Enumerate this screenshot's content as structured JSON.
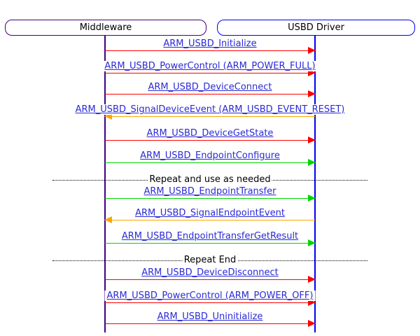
{
  "diagram": {
    "type": "sequence",
    "actors": [
      {
        "label": "Middleware"
      },
      {
        "label": "USBD Driver"
      }
    ],
    "rows": [
      {
        "type": "message",
        "label": "ARM_USBD_Initialize",
        "from": "Middleware",
        "to": "USBD Driver",
        "direction": "right",
        "arrow_color": "red"
      },
      {
        "type": "message",
        "label": "ARM_USBD_PowerControl (ARM_POWER_FULL)",
        "from": "Middleware",
        "to": "USBD Driver",
        "direction": "right",
        "arrow_color": "red"
      },
      {
        "type": "message",
        "label": "ARM_USBD_DeviceConnect",
        "from": "Middleware",
        "to": "USBD Driver",
        "direction": "right",
        "arrow_color": "red"
      },
      {
        "type": "message",
        "label": "ARM_USBD_SignalDeviceEvent (ARM_USBD_EVENT_RESET)",
        "from": "USBD Driver",
        "to": "Middleware",
        "direction": "left",
        "arrow_color": "orange"
      },
      {
        "type": "message",
        "label": "ARM_USBD_DeviceGetState",
        "from": "Middleware",
        "to": "USBD Driver",
        "direction": "right",
        "arrow_color": "red"
      },
      {
        "type": "message",
        "label": "ARM_USBD_EndpointConfigure",
        "from": "Middleware",
        "to": "USBD Driver",
        "direction": "right",
        "arrow_color": "green"
      },
      {
        "type": "separator",
        "label": "Repeat and use as needed"
      },
      {
        "type": "message",
        "label": "ARM_USBD_EndpointTransfer",
        "from": "Middleware",
        "to": "USBD Driver",
        "direction": "right",
        "arrow_color": "green"
      },
      {
        "type": "message",
        "label": "ARM_USBD_SignalEndpointEvent",
        "from": "USBD Driver",
        "to": "Middleware",
        "direction": "left",
        "arrow_color": "orange"
      },
      {
        "type": "message",
        "label": "ARM_USBD_EndpointTransferGetResult",
        "from": "Middleware",
        "to": "USBD Driver",
        "direction": "right",
        "arrow_color": "green"
      },
      {
        "type": "separator",
        "label": "Repeat End"
      },
      {
        "type": "message",
        "label": "ARM_USBD_DeviceDisconnect",
        "from": "Middleware",
        "to": "USBD Driver",
        "direction": "right",
        "arrow_color": "red"
      },
      {
        "type": "message",
        "label": "ARM_USBD_PowerControl (ARM_POWER_OFF)",
        "from": "Middleware",
        "to": "USBD Driver",
        "direction": "right",
        "arrow_color": "red"
      },
      {
        "type": "message",
        "label": "ARM_USBD_Uninitialize",
        "from": "Middleware",
        "to": "USBD Driver",
        "direction": "right",
        "arrow_color": "red"
      }
    ]
  },
  "colors": {
    "middleware_purple": "#400080",
    "driver_blue": "#0000F0",
    "link_blue": "#2A2AD5",
    "arrow_red": "#FF0000",
    "arrow_green": "#00D700",
    "arrow_orange": "#FFA500",
    "text_black": "#000000",
    "background": "#FFFFFF"
  }
}
